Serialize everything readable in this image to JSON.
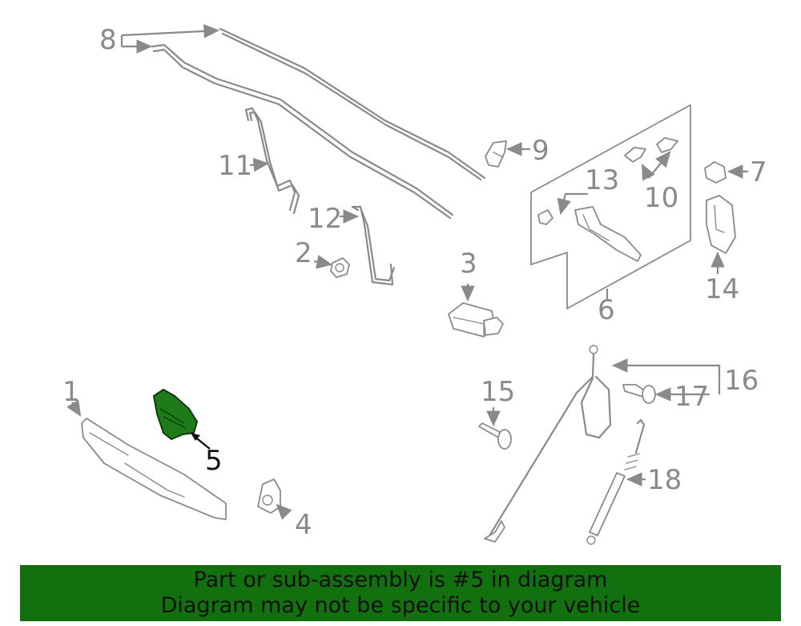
{
  "callouts": {
    "c1": "1",
    "c2": "2",
    "c3": "3",
    "c4": "4",
    "c5": "5",
    "c6": "6",
    "c7": "7",
    "c8": "8",
    "c9": "9",
    "c10": "10",
    "c11": "11",
    "c12": "12",
    "c13": "13",
    "c14": "14",
    "c15": "15",
    "c16": "16",
    "c17": "17",
    "c18": "18"
  },
  "highlight_part": "5",
  "colors": {
    "banner": "#12700f",
    "highlight": "#1f7a1a",
    "linework": "#8a8a8a"
  },
  "banner": {
    "line1": "Part or sub-assembly is #5 in diagram",
    "line2": "Diagram may not be specific to your vehicle"
  }
}
